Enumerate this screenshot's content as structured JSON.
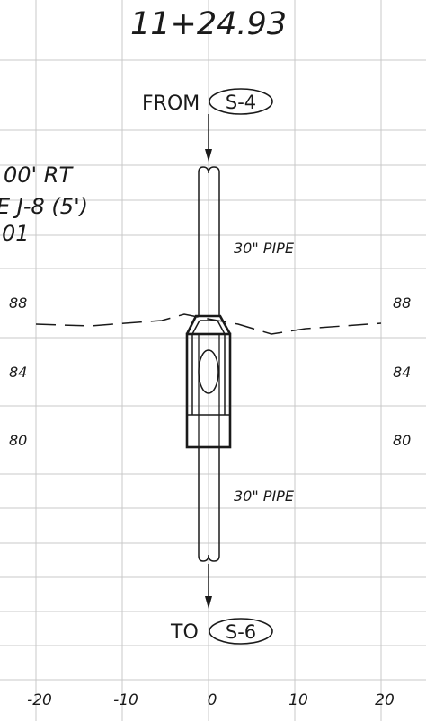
{
  "station_label": "11+24.93",
  "inflow": {
    "prefix": "FROM",
    "structure": "S-4"
  },
  "outflow": {
    "prefix": "TO",
    "structure": "S-6"
  },
  "upper_pipe_label": "30\" PIPE",
  "lower_pipe_label": "30\" PIPE",
  "side_notes": [
    "00' RT",
    "E J-8 (5')",
    "01"
  ],
  "elevation_ticks": [
    "88",
    "84",
    "80"
  ],
  "offset_ticks": [
    "-20",
    "-10",
    "0",
    "10",
    "20"
  ]
}
